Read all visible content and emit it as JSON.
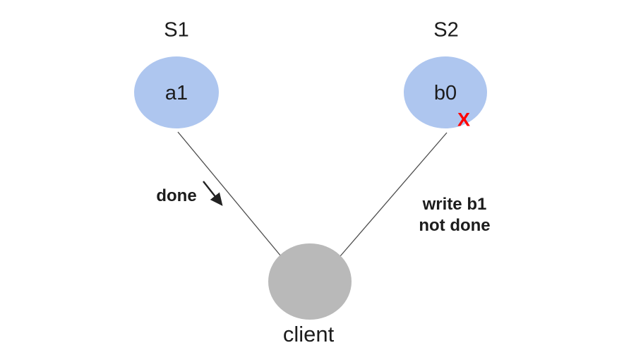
{
  "diagram": {
    "nodes": {
      "server1": {
        "label": "S1",
        "value": "a1"
      },
      "server2": {
        "label": "S2",
        "value": "b0"
      },
      "client": {
        "label": "client"
      }
    },
    "edges": {
      "left": {
        "label": "done"
      },
      "right": {
        "label_line1": "write b1",
        "label_line2": "not done"
      }
    },
    "error_mark": "X"
  },
  "colors": {
    "background": "#ffffff",
    "server_fill": "#aec6ef",
    "client_fill": "#b9b9b9",
    "edge_line": "#4d4d4d",
    "arrow": "#222222",
    "error": "#ff0000",
    "text": "#1c1c1c"
  }
}
